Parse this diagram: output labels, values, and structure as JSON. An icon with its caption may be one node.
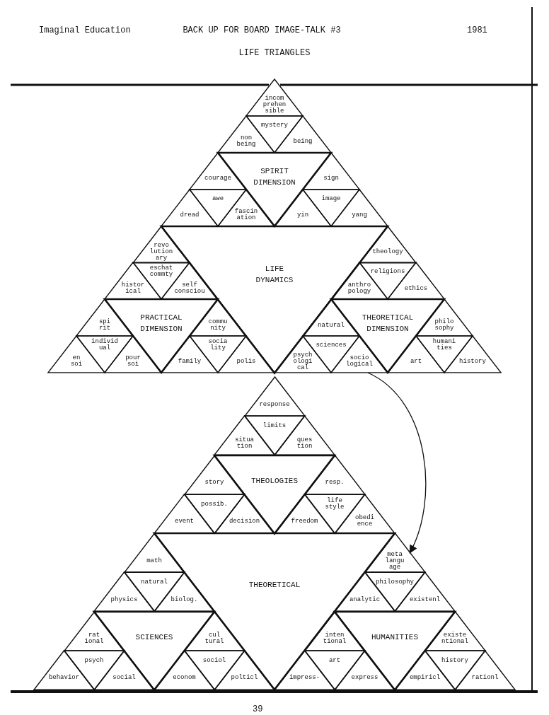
{
  "diagram": {
    "title": "LIFE TRIANGLES",
    "nodes": [
      {
        "text": [
          "incom prehen sible"
        ]
      },
      {
        "text": [
          "mystery"
        ]
      },
      {
        "text": [
          "non being"
        ]
      },
      {
        "text": [
          "being"
        ]
      },
      {
        "text": [
          "SPIRIT DIMENSION"
        ]
      },
      {
        "text": [
          "courage"
        ]
      },
      {
        "text": [
          "awe"
        ]
      },
      {
        "text": [
          "dread"
        ]
      },
      {
        "text": [
          "fascin ation"
        ]
      },
      {
        "text": [
          "sign"
        ]
      },
      {
        "text": [
          "image"
        ]
      },
      {
        "text": [
          "yin"
        ]
      },
      {
        "text": [
          "yang"
        ]
      },
      {
        "text": [
          "LIFE DYNAMICS"
        ]
      },
      {
        "text": [
          "revo lution ary"
        ]
      },
      {
        "text": [
          "eschat commty"
        ]
      },
      {
        "text": [
          "histor ical"
        ]
      },
      {
        "text": [
          "self consciou"
        ]
      },
      {
        "text": [
          "theology"
        ]
      },
      {
        "text": [
          "religions"
        ]
      },
      {
        "text": [
          "anthro pology"
        ]
      },
      {
        "text": [
          "ethics"
        ]
      },
      {
        "text": [
          "PRACTICAL DIMENSION"
        ]
      },
      {
        "text": [
          "THEORETICAL DIMENSION"
        ]
      },
      {
        "text": [
          "spi rit"
        ]
      },
      {
        "text": [
          "individ ual"
        ]
      },
      {
        "text": [
          "en soi"
        ]
      },
      {
        "text": [
          "pour soi"
        ]
      },
      {
        "text": [
          "commu nity"
        ]
      },
      {
        "text": [
          "socia lity"
        ]
      },
      {
        "text": [
          "family"
        ]
      },
      {
        "text": [
          "polis"
        ]
      },
      {
        "text": [
          "natural"
        ]
      },
      {
        "text": [
          "sciences"
        ]
      },
      {
        "text": [
          "psych ologi cal"
        ]
      },
      {
        "text": [
          "socio logical"
        ]
      },
      {
        "text": [
          "philo sophy"
        ]
      },
      {
        "text": [
          "humani ties"
        ]
      },
      {
        "text": [
          "art"
        ]
      },
      {
        "text": [
          "history"
        ]
      },
      {
        "text": [
          "response"
        ]
      },
      {
        "text": [
          "limits"
        ]
      },
      {
        "text": [
          "situa tion"
        ]
      },
      {
        "text": [
          "ques tion"
        ]
      },
      {
        "text": [
          "THEOLOGIES"
        ]
      },
      {
        "text": [
          "story"
        ]
      },
      {
        "text": [
          "possib."
        ]
      },
      {
        "text": [
          "event"
        ]
      },
      {
        "text": [
          "decision"
        ]
      },
      {
        "text": [
          "resp."
        ]
      },
      {
        "text": [
          "life style"
        ]
      },
      {
        "text": [
          "freedom"
        ]
      },
      {
        "text": [
          "obedi ence"
        ]
      },
      {
        "text": [
          "THEORETICAL"
        ]
      },
      {
        "text": [
          "math"
        ]
      },
      {
        "text": [
          "natural"
        ]
      },
      {
        "text": [
          "physics"
        ]
      },
      {
        "text": [
          "biolog."
        ]
      },
      {
        "text": [
          "meta langu age"
        ]
      },
      {
        "text": [
          "philosophy"
        ]
      },
      {
        "text": [
          "analytic"
        ]
      },
      {
        "text": [
          "existenl"
        ]
      },
      {
        "text": [
          "SCIENCES"
        ]
      },
      {
        "text": [
          "HUMANITIES"
        ]
      },
      {
        "text": [
          "rat ional"
        ]
      },
      {
        "text": [
          "psych"
        ]
      },
      {
        "text": [
          "behavior"
        ]
      },
      {
        "text": [
          "social"
        ]
      },
      {
        "text": [
          "cul tural"
        ]
      },
      {
        "text": [
          "sociol"
        ]
      },
      {
        "text": [
          "econom"
        ]
      },
      {
        "text": [
          "polticl"
        ]
      },
      {
        "text": [
          "inten tional"
        ]
      },
      {
        "text": [
          "art"
        ]
      },
      {
        "text": [
          "impress-"
        ]
      },
      {
        "text": [
          "express"
        ]
      },
      {
        "text": [
          "existe ntional"
        ]
      },
      {
        "text": [
          "history"
        ]
      },
      {
        "text": [
          "empiricl"
        ]
      },
      {
        "text": [
          "rationl"
        ]
      }
    ],
    "edges": [
      {
        "from": 35,
        "to": 58,
        "arrow": "to"
      }
    ],
    "labels": [
      "Imaginal Education",
      "BACK UP FOR BOARD IMAGE-TALK #3",
      "1981",
      "39"
    ]
  }
}
